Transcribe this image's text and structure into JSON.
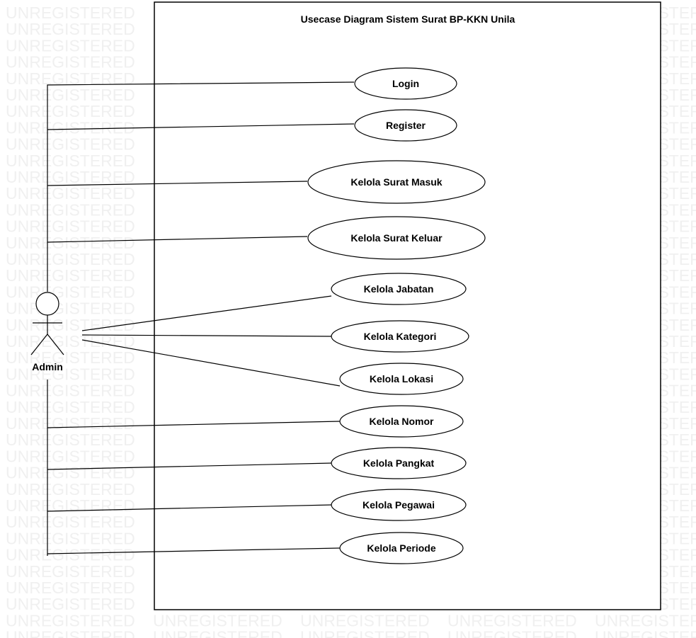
{
  "watermark": "UNREGISTERED",
  "system_boundary": {
    "title": "Usecase Diagram Sistem Surat BP-KKN Unila"
  },
  "actor": {
    "name": "Admin"
  },
  "use_cases": [
    {
      "id": "login",
      "label": "Login"
    },
    {
      "id": "register",
      "label": "Register"
    },
    {
      "id": "kelola-surat-masuk",
      "label": "Kelola Surat Masuk"
    },
    {
      "id": "kelola-surat-keluar",
      "label": "Kelola Surat Keluar"
    },
    {
      "id": "kelola-jabatan",
      "label": "Kelola Jabatan"
    },
    {
      "id": "kelola-kategori",
      "label": "Kelola Kategori"
    },
    {
      "id": "kelola-lokasi",
      "label": "Kelola Lokasi"
    },
    {
      "id": "kelola-nomor",
      "label": "Kelola Nomor"
    },
    {
      "id": "kelola-pangkat",
      "label": "Kelola Pangkat"
    },
    {
      "id": "kelola-pegawai",
      "label": "Kelola Pegawai"
    },
    {
      "id": "kelola-periode",
      "label": "Kelola Periode"
    }
  ],
  "associations": [
    {
      "from": "Admin",
      "to": "Login"
    },
    {
      "from": "Admin",
      "to": "Register"
    },
    {
      "from": "Admin",
      "to": "Kelola Surat Masuk"
    },
    {
      "from": "Admin",
      "to": "Kelola Surat Keluar"
    },
    {
      "from": "Admin",
      "to": "Kelola Jabatan"
    },
    {
      "from": "Admin",
      "to": "Kelola Kategori"
    },
    {
      "from": "Admin",
      "to": "Kelola Lokasi"
    },
    {
      "from": "Admin",
      "to": "Kelola Nomor"
    },
    {
      "from": "Admin",
      "to": "Kelola Pangkat"
    },
    {
      "from": "Admin",
      "to": "Kelola Pegawai"
    },
    {
      "from": "Admin",
      "to": "Kelola Periode"
    }
  ]
}
